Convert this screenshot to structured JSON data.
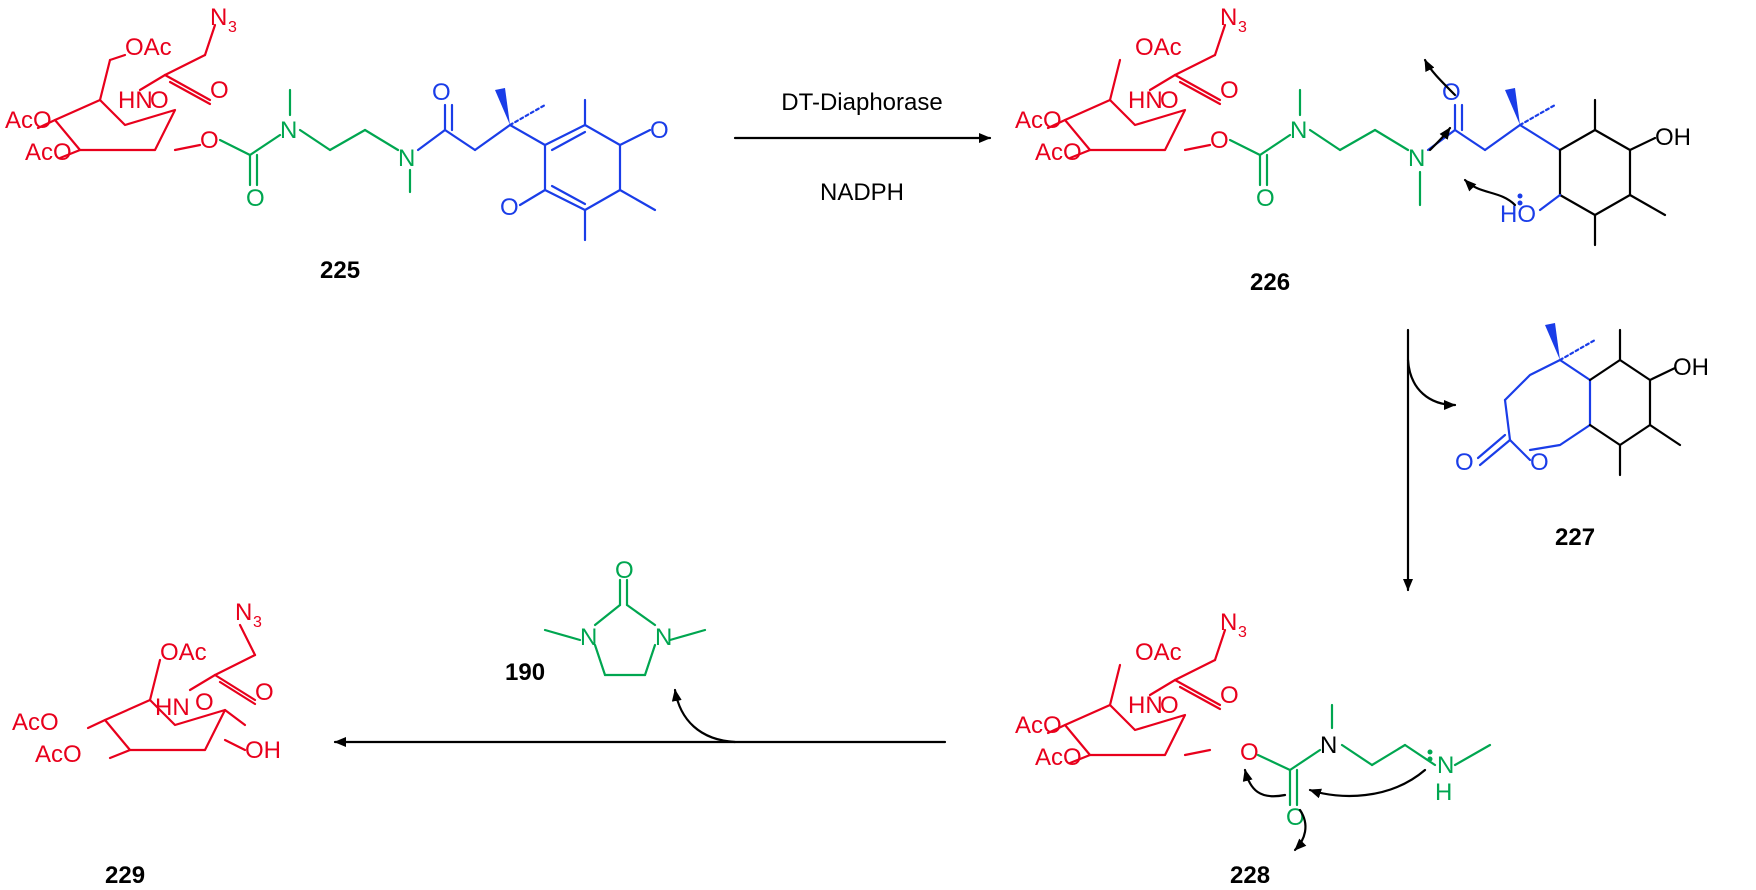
{
  "colors": {
    "sugar": "#e8001c",
    "linker": "#00a650",
    "trigger": "#1a3de8",
    "text": "#000000"
  },
  "reaction": {
    "reagent_top": "DT-Diaphorase",
    "reagent_bottom": "NADPH"
  },
  "compounds": {
    "c225": "225",
    "c226": "226",
    "c227": "227",
    "c228": "228",
    "c229": "229",
    "c190": "190"
  },
  "atoms": {
    "N": "N",
    "sub3": "3",
    "OAc": "OAc",
    "HN": "HN",
    "O": "O",
    "AcO": "AcO",
    "OH": "OH",
    "HO": "HO",
    "H": "H"
  }
}
